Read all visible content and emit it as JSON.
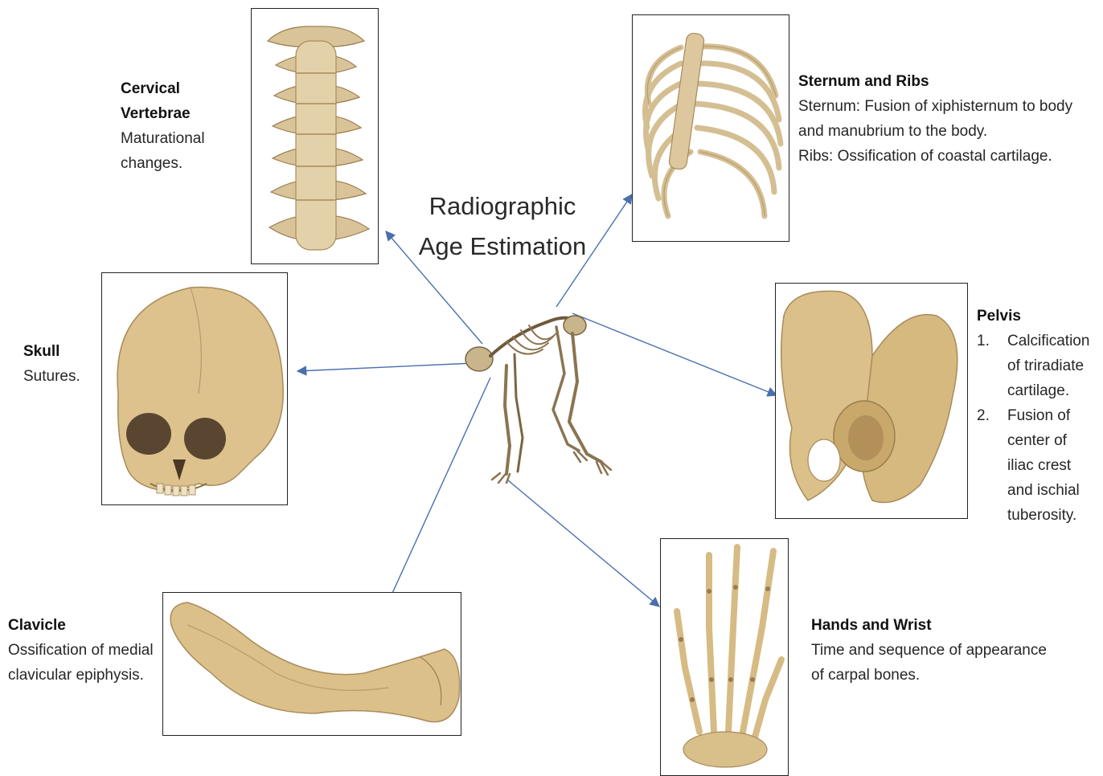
{
  "title_lines": [
    "Radiographic",
    "Age Estimation"
  ],
  "colors": {
    "arrow": "#4a6fae",
    "bone": "#d9c49a",
    "bone_dark": "#b89d6c",
    "bone_shadow": "#9a7d4e"
  },
  "labels": {
    "cervical": {
      "heading": "Cervical Vertebrae",
      "text": "Maturational\nchanges."
    },
    "sternum": {
      "heading": "Sternum and Ribs",
      "text": "Sternum: Fusion of xiphisternum to body\nand manubrium to the body.\nRibs: Ossification of coastal cartilage."
    },
    "skull": {
      "heading": "Skull",
      "text": "Sutures."
    },
    "pelvis": {
      "heading": "Pelvis",
      "items": [
        {
          "num": "1.",
          "text": "Calcification\nof triradiate\ncartilage."
        },
        {
          "num": "2.",
          "text": "Fusion of\ncenter of\niliac crest\nand ischial\ntuberosity."
        }
      ]
    },
    "clavicle": {
      "heading": "Clavicle",
      "text": "Ossification of medial\nclavicular epiphysis."
    },
    "hands": {
      "heading": "Hands and Wrist",
      "text": "Time and sequence of appearance\nof carpal bones."
    }
  }
}
